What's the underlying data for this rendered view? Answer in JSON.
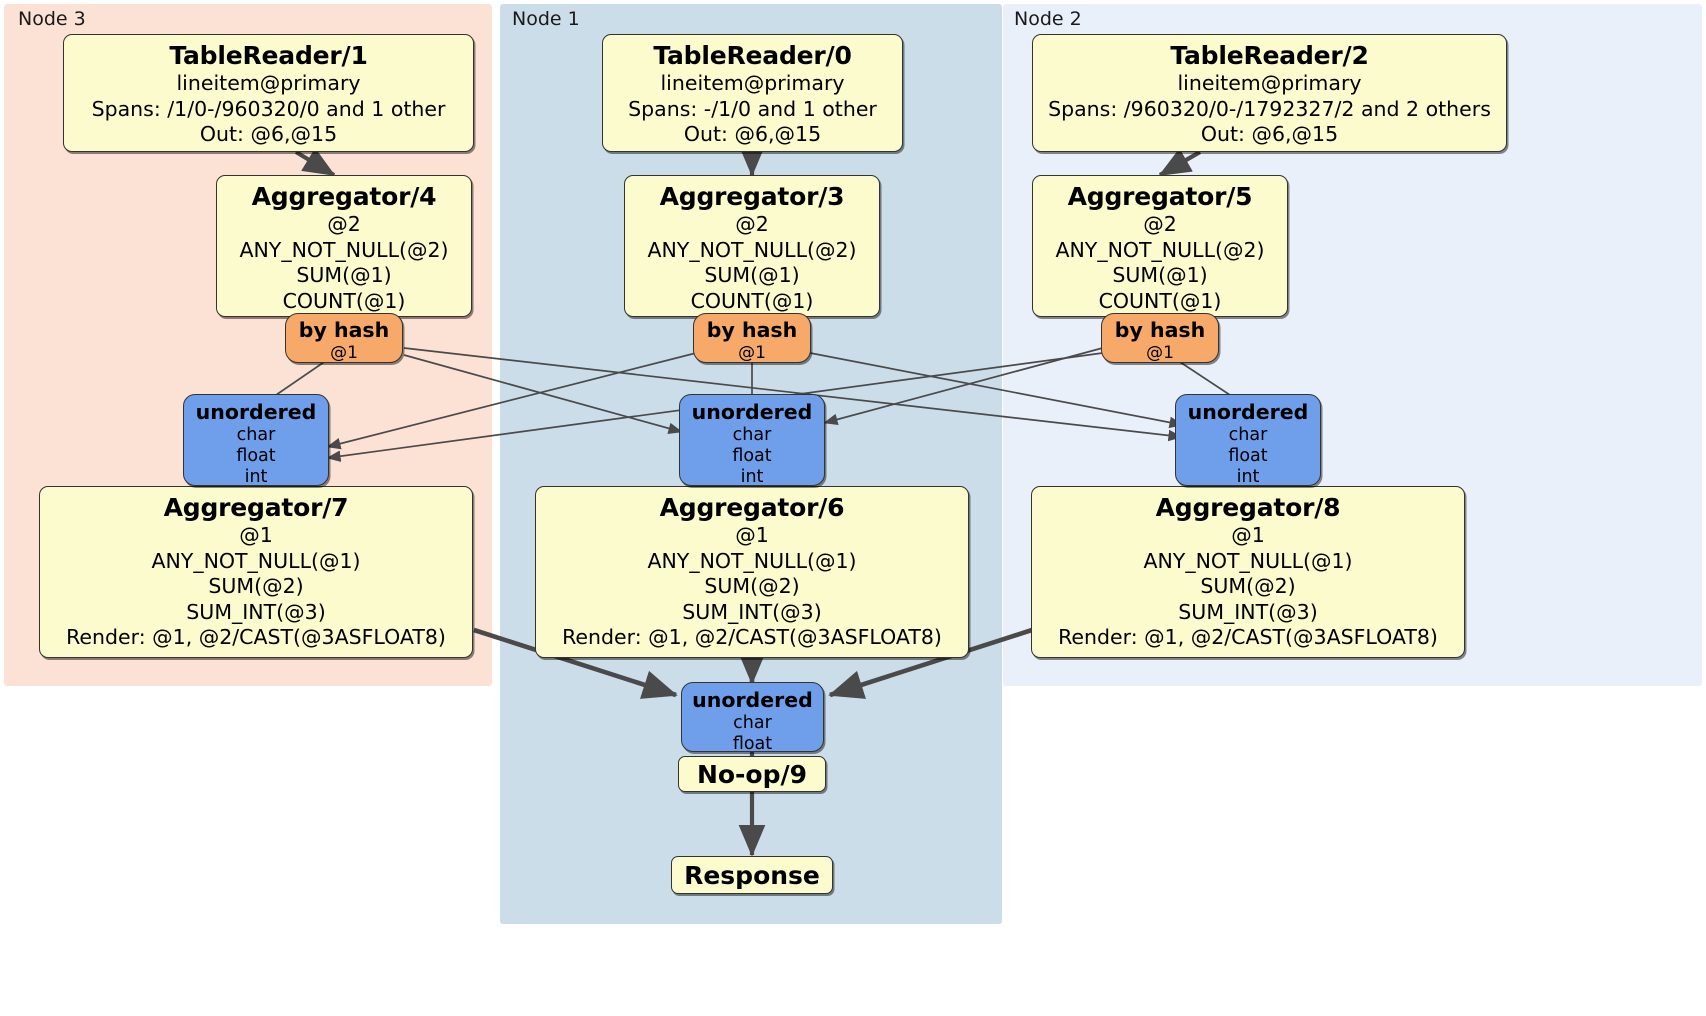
{
  "diagram": {
    "title": "Distributed query execution plan",
    "colors": {
      "node3_bg": "#fbe2d5",
      "node1_bg": "#ccddea",
      "node2_bg": "#eaf0fa",
      "processor_fill": "#fbfbcd",
      "router_fill": "#f7a96a",
      "synchronizer_fill": "#6f9eea",
      "edge": "#4a4a4a",
      "border": "#33332f"
    },
    "regions": [
      {
        "id": "node3",
        "label": "Node 3"
      },
      {
        "id": "node1",
        "label": "Node 1"
      },
      {
        "id": "node2",
        "label": "Node 2"
      }
    ]
  },
  "node3": {
    "label": "Node 3",
    "table_reader": {
      "title": "TableReader/1",
      "lines": [
        "lineitem@primary",
        "Spans: /1/0-/960320/0 and 1 other",
        "Out: @6,@15"
      ]
    },
    "aggregator_local": {
      "title": "Aggregator/4",
      "lines": [
        "@2",
        "ANY_NOT_NULL(@2)",
        "SUM(@1)",
        "COUNT(@1)"
      ]
    },
    "router": {
      "title": "by hash",
      "sub": "@1"
    },
    "synchronizer": {
      "title": "unordered",
      "types": [
        "char",
        "float",
        "int"
      ]
    },
    "aggregator_final": {
      "title": "Aggregator/7",
      "lines": [
        "@1",
        "ANY_NOT_NULL(@1)",
        "SUM(@2)",
        "SUM_INT(@3)",
        "Render: @1, @2/CAST(@3ASFLOAT8)"
      ]
    }
  },
  "node1": {
    "label": "Node 1",
    "table_reader": {
      "title": "TableReader/0",
      "lines": [
        "lineitem@primary",
        "Spans: -/1/0 and 1 other",
        "Out: @6,@15"
      ]
    },
    "aggregator_local": {
      "title": "Aggregator/3",
      "lines": [
        "@2",
        "ANY_NOT_NULL(@2)",
        "SUM(@1)",
        "COUNT(@1)"
      ]
    },
    "router": {
      "title": "by hash",
      "sub": "@1"
    },
    "synchronizer": {
      "title": "unordered",
      "types": [
        "char",
        "float",
        "int"
      ]
    },
    "aggregator_final": {
      "title": "Aggregator/6",
      "lines": [
        "@1",
        "ANY_NOT_NULL(@1)",
        "SUM(@2)",
        "SUM_INT(@3)",
        "Render: @1, @2/CAST(@3ASFLOAT8)"
      ]
    },
    "final_synchronizer": {
      "title": "unordered",
      "types": [
        "char",
        "float"
      ]
    },
    "noop": {
      "title": "No-op/9"
    },
    "response": {
      "title": "Response"
    }
  },
  "node2": {
    "label": "Node 2",
    "table_reader": {
      "title": "TableReader/2",
      "lines": [
        "lineitem@primary",
        "Spans: /960320/0-/1792327/2 and 2 others",
        "Out: @6,@15"
      ]
    },
    "aggregator_local": {
      "title": "Aggregator/5",
      "lines": [
        "@2",
        "ANY_NOT_NULL(@2)",
        "SUM(@1)",
        "COUNT(@1)"
      ]
    },
    "router": {
      "title": "by hash",
      "sub": "@1"
    },
    "synchronizer": {
      "title": "unordered",
      "types": [
        "char",
        "float",
        "int"
      ]
    },
    "aggregator_final": {
      "title": "Aggregator/8",
      "lines": [
        "@1",
        "ANY_NOT_NULL(@1)",
        "SUM(@2)",
        "SUM_INT(@3)",
        "Render: @1, @2/CAST(@3ASFLOAT8)"
      ]
    }
  }
}
